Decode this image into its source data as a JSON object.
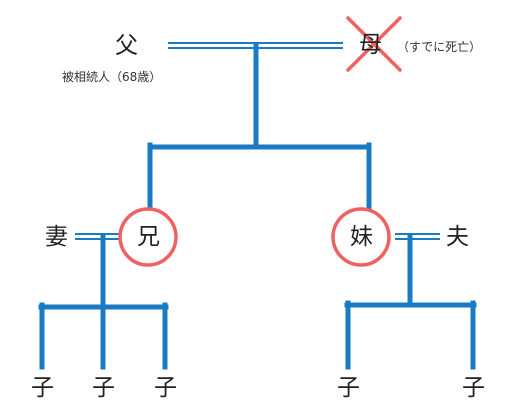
{
  "colors": {
    "tree_line": "#1a7bc4",
    "marriage_line": "#1a7bc4",
    "highlight_circle": "#f06262",
    "deceased_cross": "#f06262",
    "text": "#222222"
  },
  "people": {
    "father": {
      "label": "父",
      "note": "被相続人（68歳）"
    },
    "mother": {
      "label": "母",
      "note": "（すでに死亡）",
      "deceased": true
    },
    "elder_brother": {
      "label": "兄",
      "highlighted": true
    },
    "brother_wife": {
      "label": "妻"
    },
    "younger_sister": {
      "label": "妹",
      "highlighted": true
    },
    "sister_husband": {
      "label": "夫"
    },
    "brother_children": [
      {
        "label": "子"
      },
      {
        "label": "子"
      },
      {
        "label": "子"
      }
    ],
    "sister_children": [
      {
        "label": "子"
      },
      {
        "label": "子"
      }
    ]
  }
}
